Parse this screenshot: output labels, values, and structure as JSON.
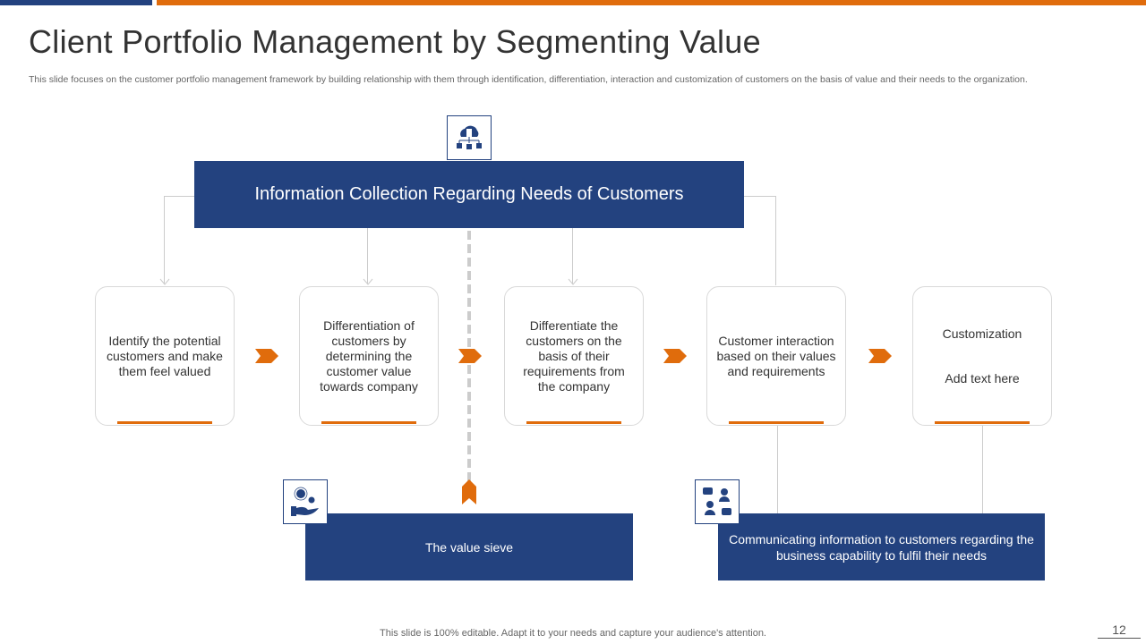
{
  "title": "Client Portfolio Management by Segmenting Value",
  "subtitle": "This slide focuses on the customer portfolio management framework by building relationship with them through identification, differentiation, interaction and customization of customers on the basis of value and their needs to the organization.",
  "header": "Information Collection Regarding Needs of Customers",
  "cards": [
    {
      "text": "Identify the potential customers and make them feel valued"
    },
    {
      "text": "Differentiation of customers by determining the customer value towards company"
    },
    {
      "text": "Differentiate the customers on the basis of their requirements from the company"
    },
    {
      "text": "Customer interaction based on their values and requirements"
    },
    {
      "text": "Customization",
      "sub": "Add text here"
    }
  ],
  "bottom_boxes": [
    "The value sieve",
    "Communicating information to customers regarding the business capability to fulfil their needs"
  ],
  "footer": "This slide is 100% editable. Adapt it to your needs and capture your audience's attention.",
  "page_number": "12",
  "colors": {
    "navy": "#23427f",
    "orange": "#e06c0c"
  }
}
